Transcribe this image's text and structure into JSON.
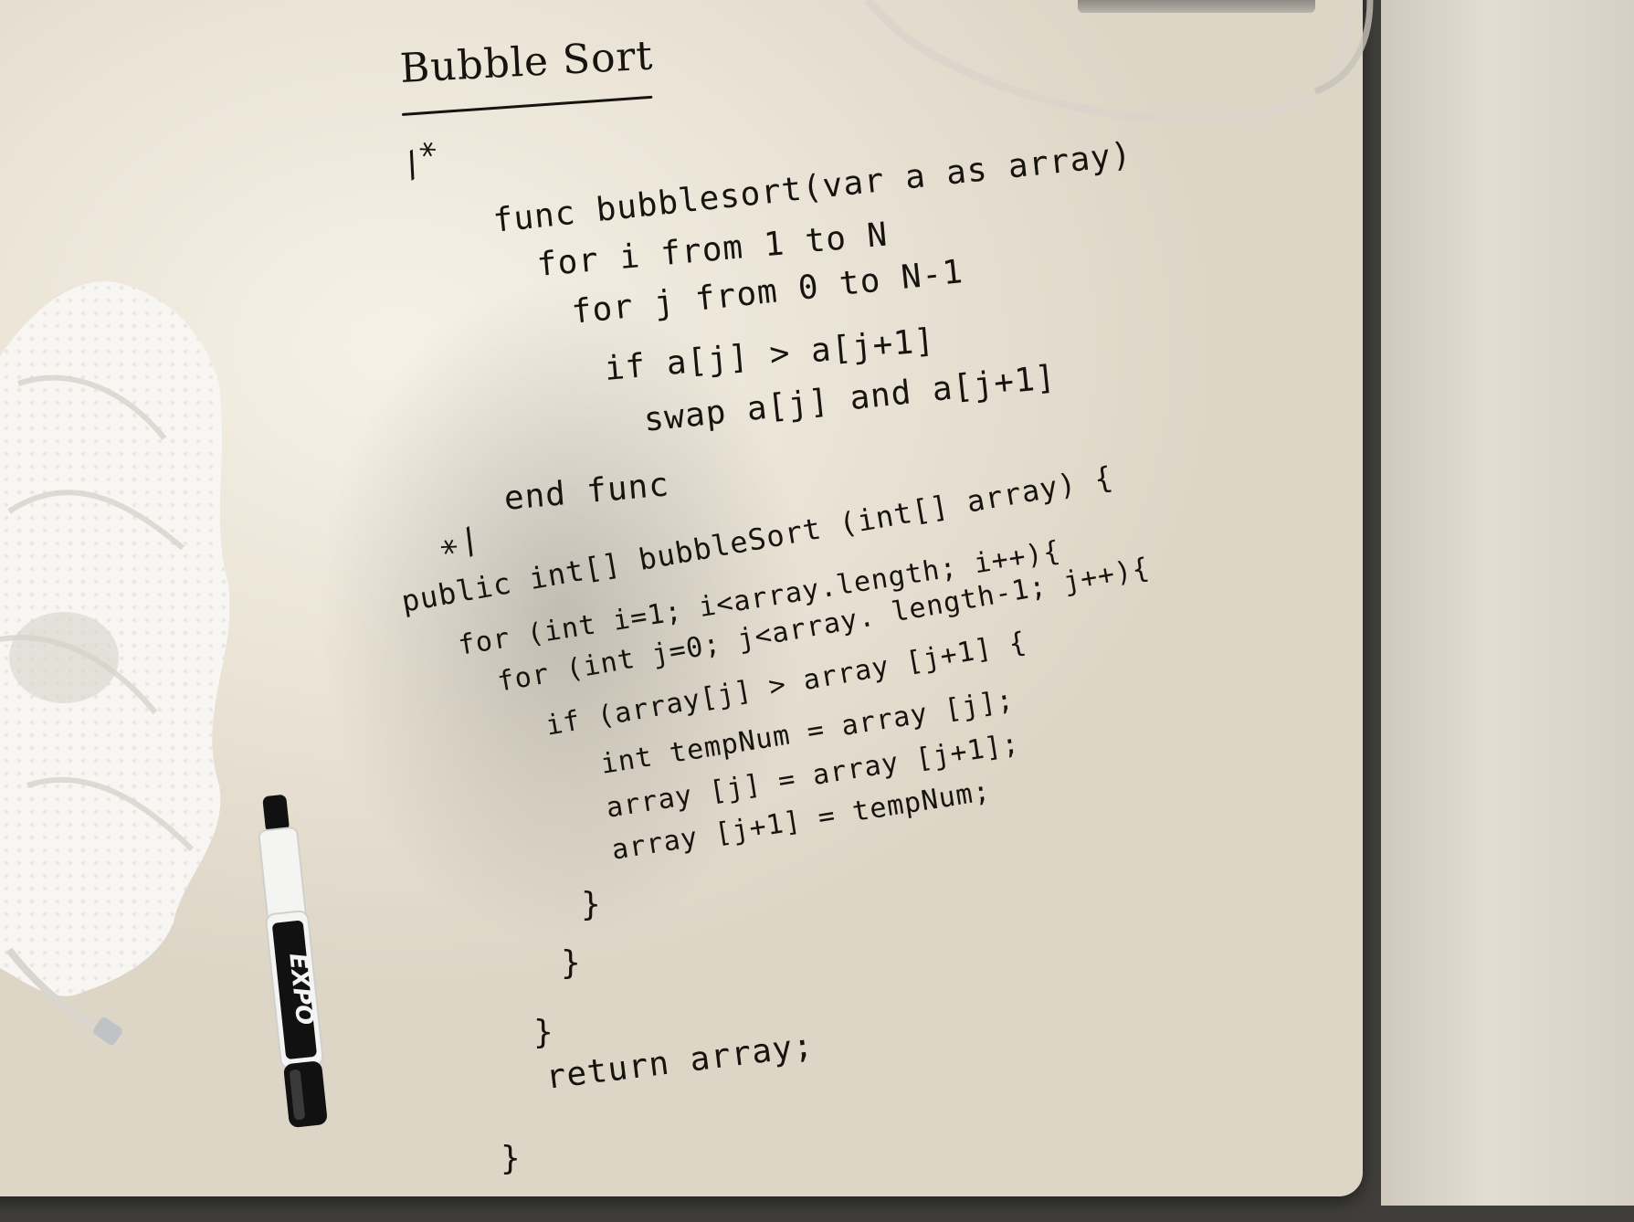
{
  "title": "Bubble Sort",
  "pseudocode": {
    "comment_open": "/*",
    "lines": [
      "func bubblesort(var a as array)",
      "for i from 1 to N",
      "for j from 0 to N-1",
      "if a[j] > a[j+1]",
      "swap a[j] and a[j+1]",
      "end func"
    ],
    "comment_close": "*/"
  },
  "code": {
    "lines": [
      "public int[] bubbleSort (int[] array) {",
      "for (int i=1; i<array.length; i++){",
      "for (int j=0; j<array. length-1; j++){",
      "if (array[j] > array [j+1] {",
      "int tempNum = array [j];",
      "array [j] = array [j+1];",
      "array [j+1] = tempNum;",
      "}",
      "}",
      "}",
      "return array;",
      "}"
    ]
  },
  "marker": {
    "brand": "EXPO"
  },
  "colors": {
    "ink": "#17130f",
    "board": "#f1ece2",
    "background": "#3f3e3a",
    "marker_body": "#f4f4f2",
    "marker_cap": "#111111"
  }
}
